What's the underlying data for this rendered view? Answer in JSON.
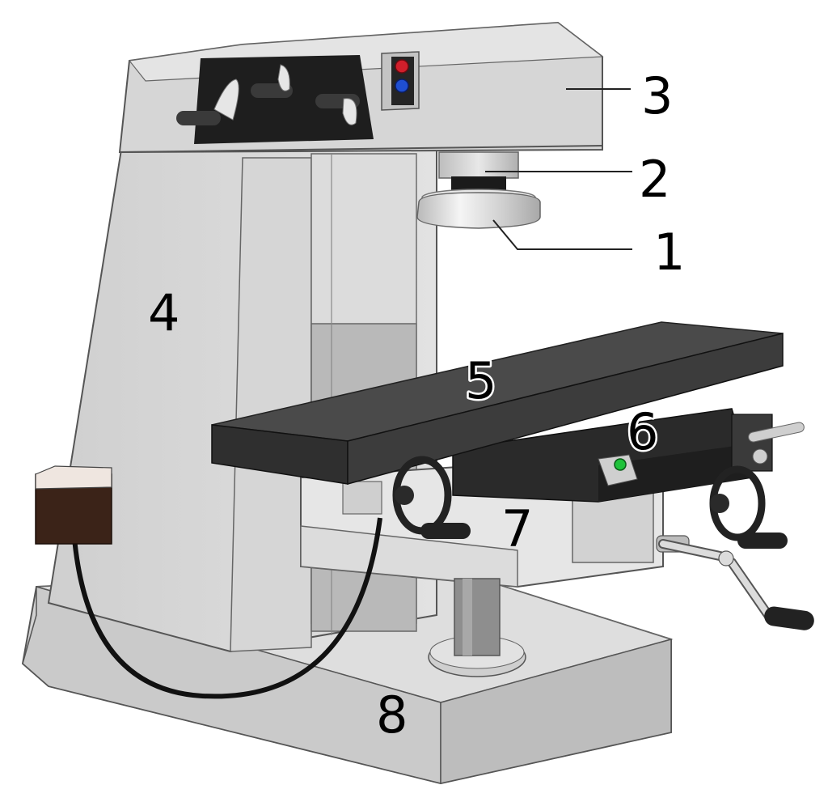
{
  "diagram": {
    "callouts": [
      {
        "id": "spindle-face",
        "label": "1"
      },
      {
        "id": "spindle",
        "label": "2"
      },
      {
        "id": "head",
        "label": "3"
      },
      {
        "id": "column",
        "label": "4"
      },
      {
        "id": "table",
        "label": "5"
      },
      {
        "id": "saddle",
        "label": "6"
      },
      {
        "id": "knee",
        "label": "7"
      },
      {
        "id": "base",
        "label": "8"
      }
    ],
    "colors": {
      "body_light": "#dcdcdc",
      "body_mid": "#c8c8c8",
      "body_dark": "#9a9a9a",
      "table_top": "#4a4a4a",
      "table_front": "#2f2f2f",
      "control_panel": "#1e1e1e",
      "indicator_red": "#d11f2b",
      "indicator_blue": "#1f4fd1",
      "indicator_green": "#1ec23a",
      "pendant_box": "#3b2318"
    }
  }
}
